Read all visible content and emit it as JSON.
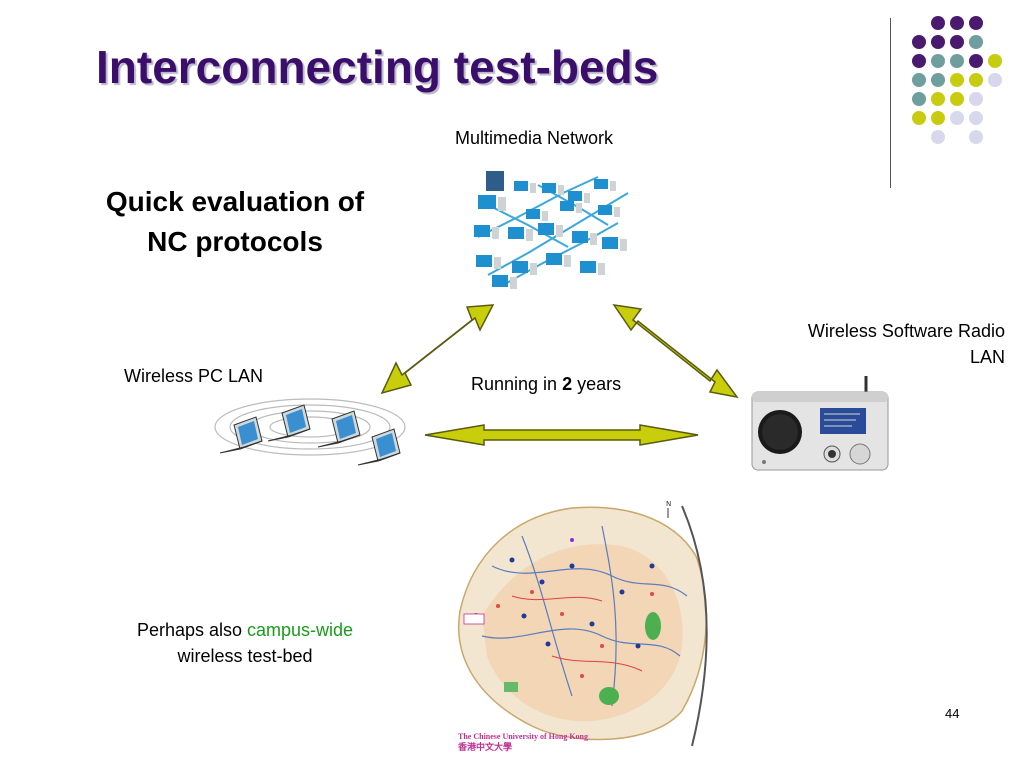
{
  "slide": {
    "title": "Interconnecting test-beds",
    "heading_line1": "Quick evaluation of",
    "heading_line2": "NC protocols",
    "labels": {
      "multimedia": "Multimedia Network",
      "wireless_pc": "Wireless PC LAN",
      "wsr_line1": "Wireless Software Radio",
      "wsr_line2": "LAN",
      "running_prefix": "Running in ",
      "running_number": "2",
      "running_suffix": " years",
      "perhaps_prefix": "Perhaps also ",
      "perhaps_highlight": "campus-wide",
      "perhaps_line2": "wireless test-bed"
    },
    "map": {
      "caption_en": "The Chinese University of Hong Kong",
      "caption_zh": "香港中文大學"
    },
    "page_number": "44"
  },
  "colors": {
    "title": "#3b0e6b",
    "arrow_fill": "#c8cf0a",
    "highlight": "#1a9a1a",
    "dot_purple": "#4a1a6e",
    "dot_teal": "#6e9e9e",
    "dot_yellow": "#c8cc10",
    "dot_lavender": "#d8d8ec"
  },
  "icons": [
    "network-diagram-image",
    "laptop-icon",
    "radio-icon",
    "campus-map-image",
    "double-arrow-icon"
  ]
}
